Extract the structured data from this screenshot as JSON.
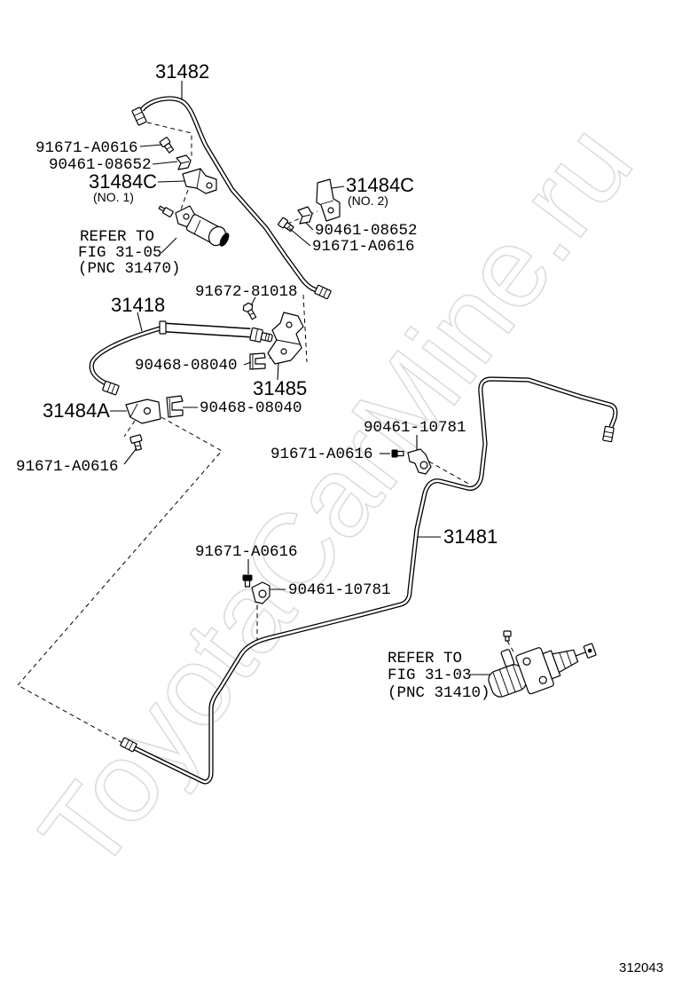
{
  "callouts": {
    "tube_31482": "31482",
    "bolt_top": "91671-A0616",
    "clip_top": "90461-08652",
    "bracket_no1": "31484C",
    "bracket_no1_sub": "(NO. 1)",
    "ref_release_1": "REFER TO",
    "ref_release_2": "FIG 31-05",
    "ref_release_3": "(PNC 31470)",
    "bracket_no2": "31484C",
    "bracket_no2_sub": "(NO. 2)",
    "clip_no2": "90461-08652",
    "bolt_no2": "91671-A0616",
    "bolt_81018": "91672-81018",
    "hose_31418": "31418",
    "clip_08040_left": "90468-08040",
    "bracket_31485": "31485",
    "bracket_31484a": "31484A",
    "clip_08040_right": "90468-08040",
    "clamp_10781_upper": "90461-10781",
    "bolt_mid": "91671-A0616",
    "bolt_left": "91671-A0616",
    "tube_31481": "31481",
    "bolt_lower": "91671-A0616",
    "clamp_10781_lower": "90461-10781",
    "ref_master_1": "REFER TO",
    "ref_master_2": "FIG 31-03",
    "ref_master_3": "(PNC 31410)"
  },
  "figure_number": "312043",
  "watermark": "ToyotaCarMine.ru",
  "colors": {
    "line": "#000000",
    "background": "#ffffff",
    "watermark": "#dcdcdc"
  }
}
